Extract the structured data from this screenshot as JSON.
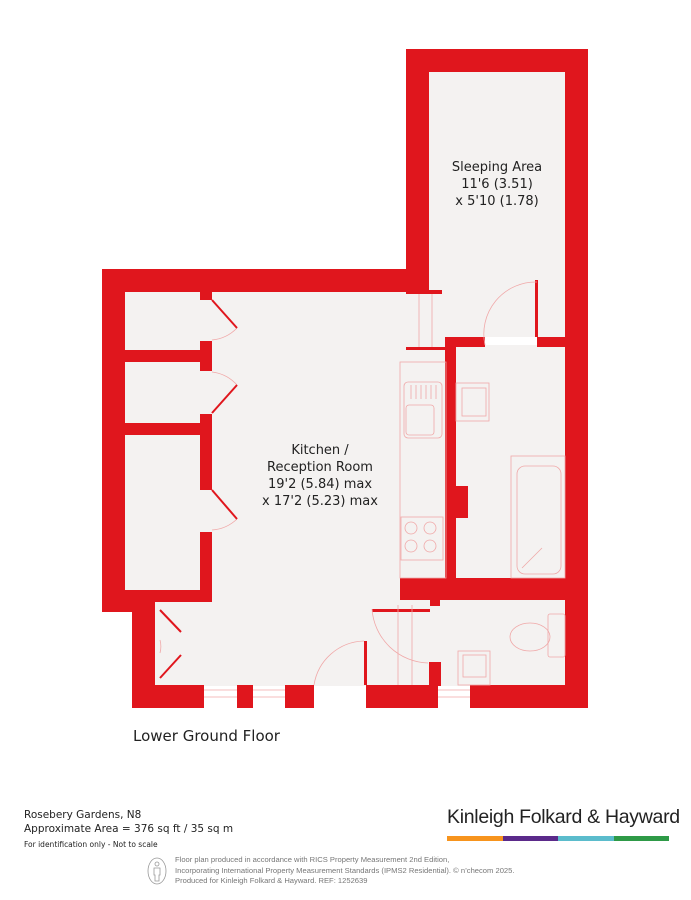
{
  "floor_plan": {
    "floor_name": "Lower Ground Floor",
    "colors": {
      "wall": "#e0161d",
      "floor": "#f4f2f1",
      "fixture_line": "#f0a8a8"
    },
    "rooms": [
      {
        "id": "sleeping-area",
        "name": "Sleeping Area",
        "dimension_line_1": "11'6 (3.51)",
        "dimension_line_2": "x 5'10 (1.78)"
      },
      {
        "id": "kitchen-reception",
        "name": "Kitchen /",
        "name_line_2": "Reception Room",
        "dimension_line_1": "19'2 (5.84) max",
        "dimension_line_2": "x 17'2 (5.23) max"
      }
    ]
  },
  "property": {
    "address": "Rosebery Gardens, N8",
    "approximate_area": "Approximate Area = 376 sq ft / 35 sq m",
    "note": "For identification only - Not to scale"
  },
  "brand": {
    "name": "Kinleigh Folkard & Hayward",
    "bar_colors": [
      "#f7941d",
      "#5b2a8a",
      "#5bbccc",
      "#2e9a47"
    ]
  },
  "disclaimer": {
    "line_1": "Floor plan produced in accordance with RICS Property Measurement 2nd Edition,",
    "line_2": "Incorporating International Property Measurement Standards (IPMS2 Residential).   © n’checom 2025.",
    "line_3": "Produced for Kinleigh Folkard & Hayward.   REF: 1252639"
  }
}
